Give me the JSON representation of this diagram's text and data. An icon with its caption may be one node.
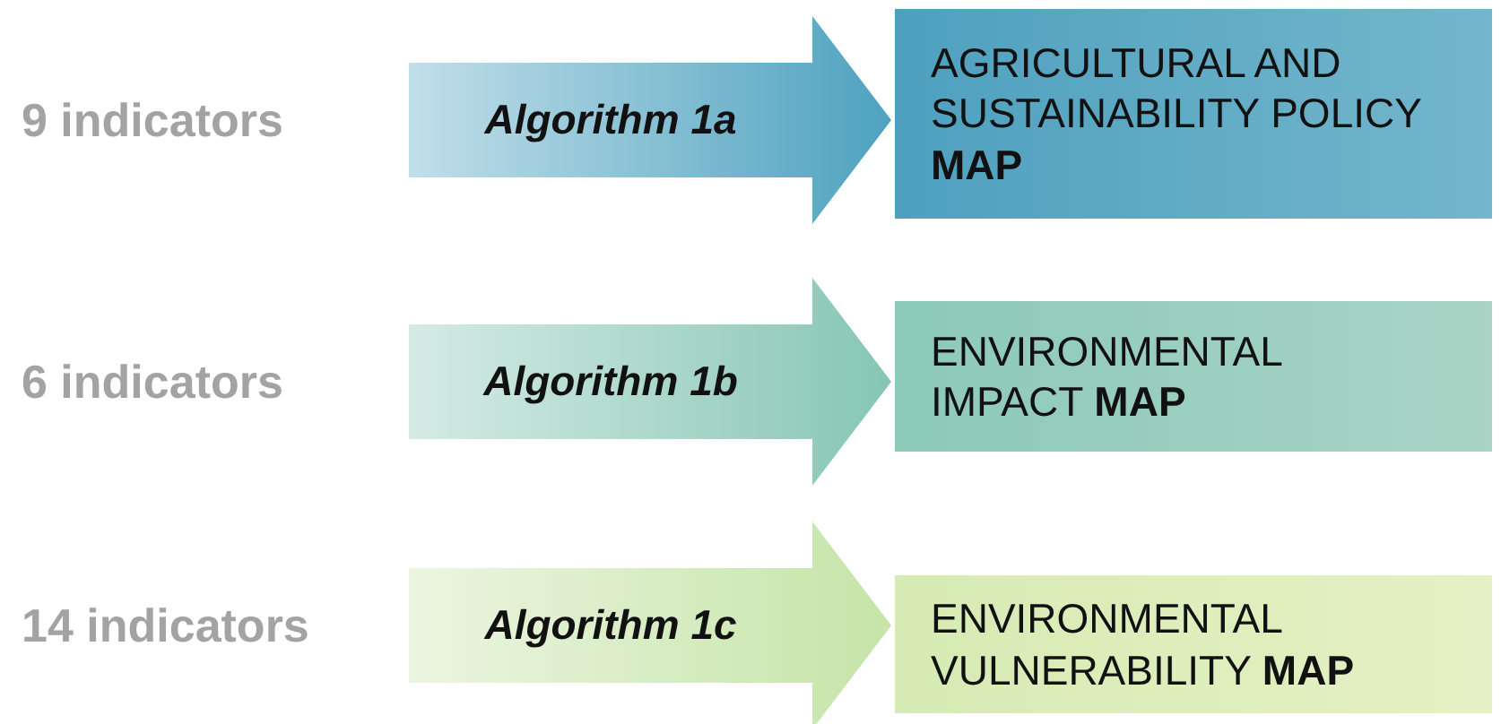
{
  "diagram": {
    "nodes": [
      {
        "text": [
          "9 indicators"
        ]
      },
      {
        "text": [
          "AGRICULTURAL AND SUSTAINABILITY POLICY **MAP**"
        ]
      },
      {
        "text": [
          "6 indicators"
        ]
      },
      {
        "text": [
          "ENVIRONMENTAL IMPACT **MAP**"
        ]
      },
      {
        "text": [
          "14 indicators"
        ]
      },
      {
        "text": [
          "ENVIRONMENTAL VULNERABILITY **MAP**"
        ]
      }
    ],
    "edges": [
      {
        "from": 0,
        "to": 1,
        "arrow": "to",
        "label": "Algorithm 1a",
        "color": "#4ea2c0"
      },
      {
        "from": 2,
        "to": 3,
        "arrow": "to",
        "label": "Algorithm 1b",
        "color": "#86c6b4"
      },
      {
        "from": 4,
        "to": 5,
        "arrow": "to",
        "label": "Algorithm 1c",
        "color": "#c6e4a8"
      }
    ]
  }
}
